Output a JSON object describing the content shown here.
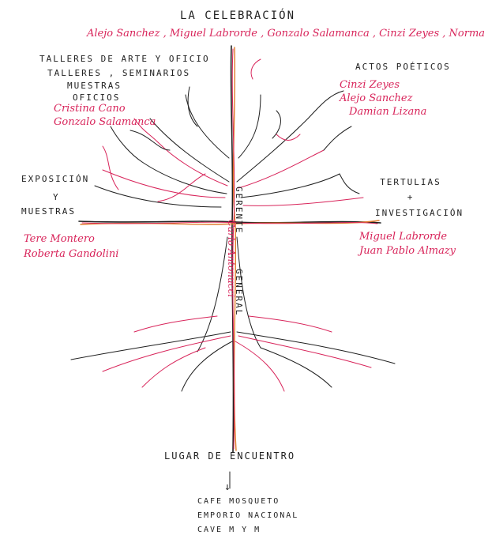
{
  "colors": {
    "ink": "#1f1f1f",
    "names": "#d8245a",
    "axis_orange": "#e07b2a"
  },
  "top": {
    "title": "LA CELEBRACIÓN",
    "names": "Alejo Sanchez , Miguel Labrorde , Gonzalo Salamanca , Cinzi Zeyes , Norma"
  },
  "upper_left": {
    "line1": "TALLERES DE ARTE Y OFICIO",
    "line2": "TALLERES , SEMINARIOS",
    "line3": "MUESTRAS",
    "line4": "OFICIOS",
    "name1": "Cristina Cano",
    "name2": "Gonzalo Salamanca"
  },
  "upper_right": {
    "title": "ACTOS POÉTICOS",
    "name1": "Cinzi Zeyes",
    "name2": "Alejo Sanchez",
    "name3": "Damian Lizana"
  },
  "left": {
    "line1": "EXPOSICIÓN",
    "line2": "Y",
    "line3": "MUESTRAS",
    "name1": "Tere Montero",
    "name2": "Roberta Gandolini"
  },
  "right": {
    "line1": "TERTULIAS",
    "line2": "+",
    "line3": "INVESTIGACIÓN",
    "name1": "Miguel Labrorde",
    "name2": "Juan Pablo Almazy"
  },
  "trunk": {
    "label1": "GERENTE",
    "label2": "GENERAL",
    "name": "Carlo Antonucci"
  },
  "bottom": {
    "title": "LUGAR DE ENCUENTRO",
    "arrow": "↓",
    "item1": "CAFE MOSQUETO",
    "item2": "EMPORIO NACIONAL",
    "item3": "CAVE M Y M"
  }
}
